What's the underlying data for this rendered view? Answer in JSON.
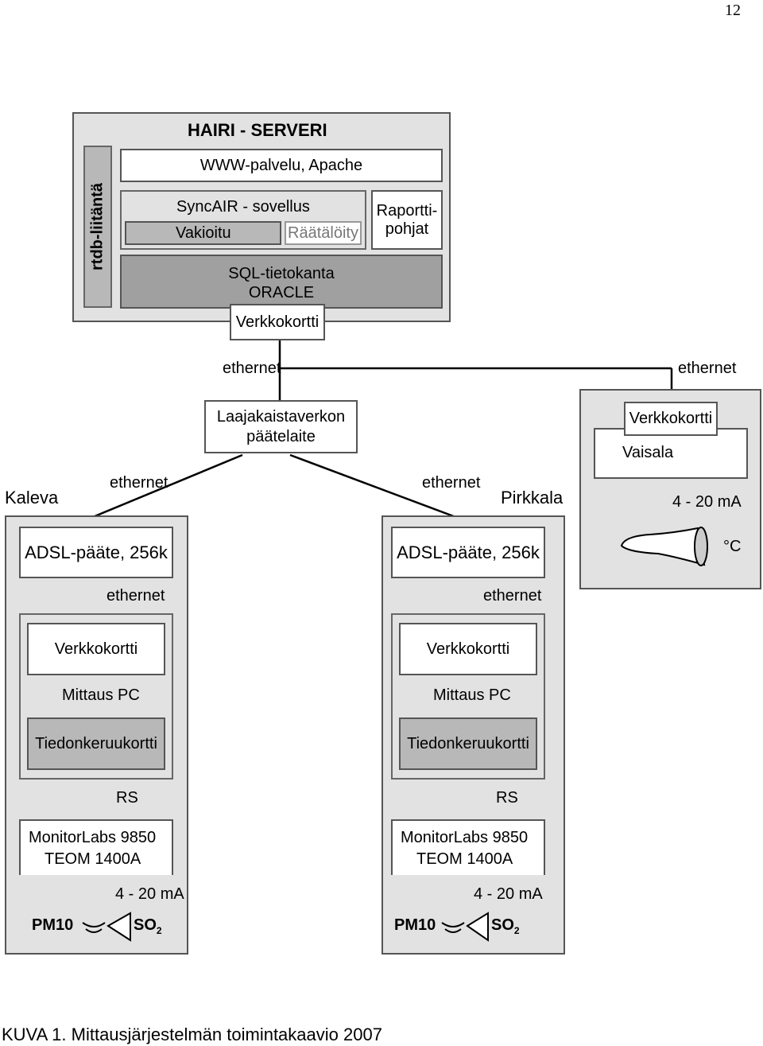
{
  "page_number": "12",
  "caption": "KUVA 1. Mittausjärjestelmän toimintakaavio 2007",
  "server": {
    "title": "HAIRI - SERVERI",
    "rtdb": "rtdb-liitäntä",
    "www": "WWW-palvelu, Apache",
    "syncair": "SyncAIR - sovellus",
    "vakioitu": "Vakioitu",
    "raataloity": "Räätälöity",
    "raportti_line1": "Raportti-",
    "raportti_line2": "pohjat",
    "sql_line1": "SQL-tietokanta",
    "sql_line2": "ORACLE",
    "verkkokortti": "Verkkokortti"
  },
  "network": {
    "ethernet_left": "ethernet",
    "ethernet_right": "ethernet",
    "router_line1": "Laajakaistaverkon",
    "router_line2": "päätelaite"
  },
  "vaisala": {
    "verkkokortti": "Verkkokortti",
    "name": "Vaisala",
    "signal": "4 - 20 mA",
    "unit": "°C"
  },
  "stations": [
    {
      "name": "Kaleva",
      "ethernet_top": "ethernet",
      "adsl": "ADSL-pääte, 256k",
      "ethernet_inner": "ethernet",
      "verkkokortti": "Verkkokortti",
      "pc": "Mittaus PC",
      "card": "Tiedonkeruukortti",
      "rs": "RS",
      "analyzer_line1": "MonitorLabs 9850",
      "analyzer_line2": "TEOM 1400A",
      "signal": "4 - 20 mA",
      "pm": "PM10",
      "so": "SO",
      "so_sub": "2"
    },
    {
      "name": "Pirkkala",
      "ethernet_top": "ethernet",
      "adsl": "ADSL-pääte, 256k",
      "ethernet_inner": "ethernet",
      "verkkokortti": "Verkkokortti",
      "pc": "Mittaus PC",
      "card": "Tiedonkeruukortti",
      "rs": "RS",
      "analyzer_line1": "MonitorLabs 9850",
      "analyzer_line2": "TEOM 1400A",
      "signal": "4 - 20 mA",
      "pm": "PM10",
      "so": "SO",
      "so_sub": "2"
    }
  ]
}
